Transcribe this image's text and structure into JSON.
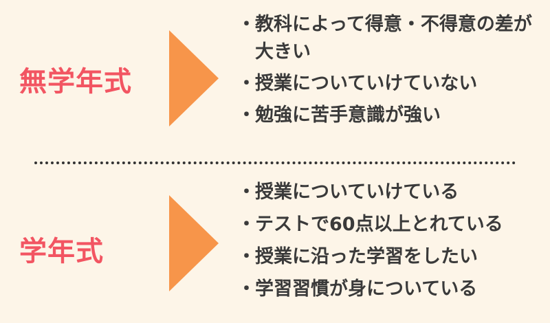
{
  "colors": {
    "background": "#fdf5e8",
    "accent": "#f25562",
    "arrow": "#f7954a",
    "text": "#3a3a3a"
  },
  "icons": {
    "arrow": "right-triangle-arrow-icon",
    "bullet": "bullet-dot-icon"
  },
  "bullet": "・",
  "top": {
    "label": "無学年式",
    "items": [
      "教科によって得意・不得意の差が大きい",
      "授業についていけていない",
      "勉強に苦手意識が強い"
    ]
  },
  "bottom": {
    "label": "学年式",
    "items": [
      "授業についていけている",
      "テストで60点以上とれている",
      "授業に沿った学習をしたい",
      "学習習慣が身についている"
    ]
  }
}
